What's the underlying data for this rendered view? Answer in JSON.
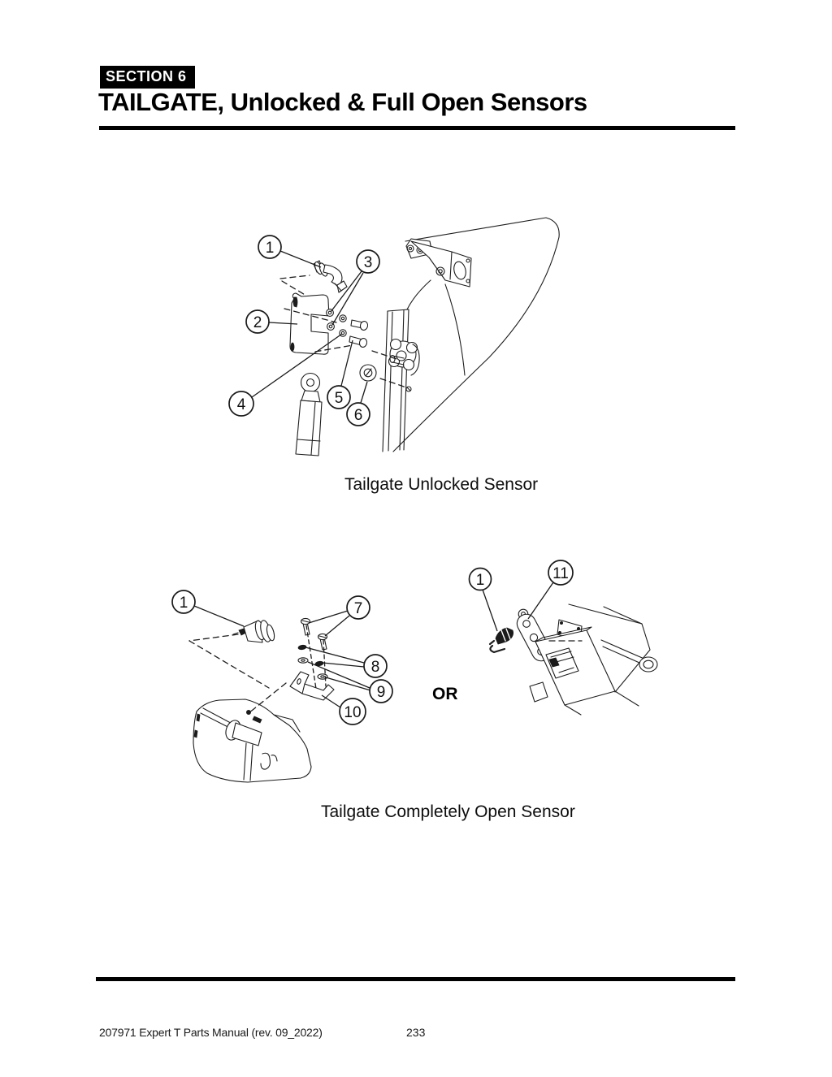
{
  "header": {
    "section_badge": "SECTION 6",
    "title": "TAILGATE, Unlocked & Full Open Sensors"
  },
  "unlocked_diagram": {
    "caption": "Tailgate Unlocked Sensor",
    "callouts": [
      "1",
      "2",
      "3",
      "4",
      "5",
      "6"
    ]
  },
  "open_diagram": {
    "caption": "Tailgate Completely Open Sensor",
    "or_label": "OR",
    "left_callouts": [
      "1",
      "7",
      "8",
      "9",
      "10"
    ],
    "right_callouts": [
      "1",
      "11"
    ]
  },
  "footer": {
    "document_ref": "207971 Expert T Parts Manual (rev. 09_2022)",
    "page_number": "233"
  }
}
